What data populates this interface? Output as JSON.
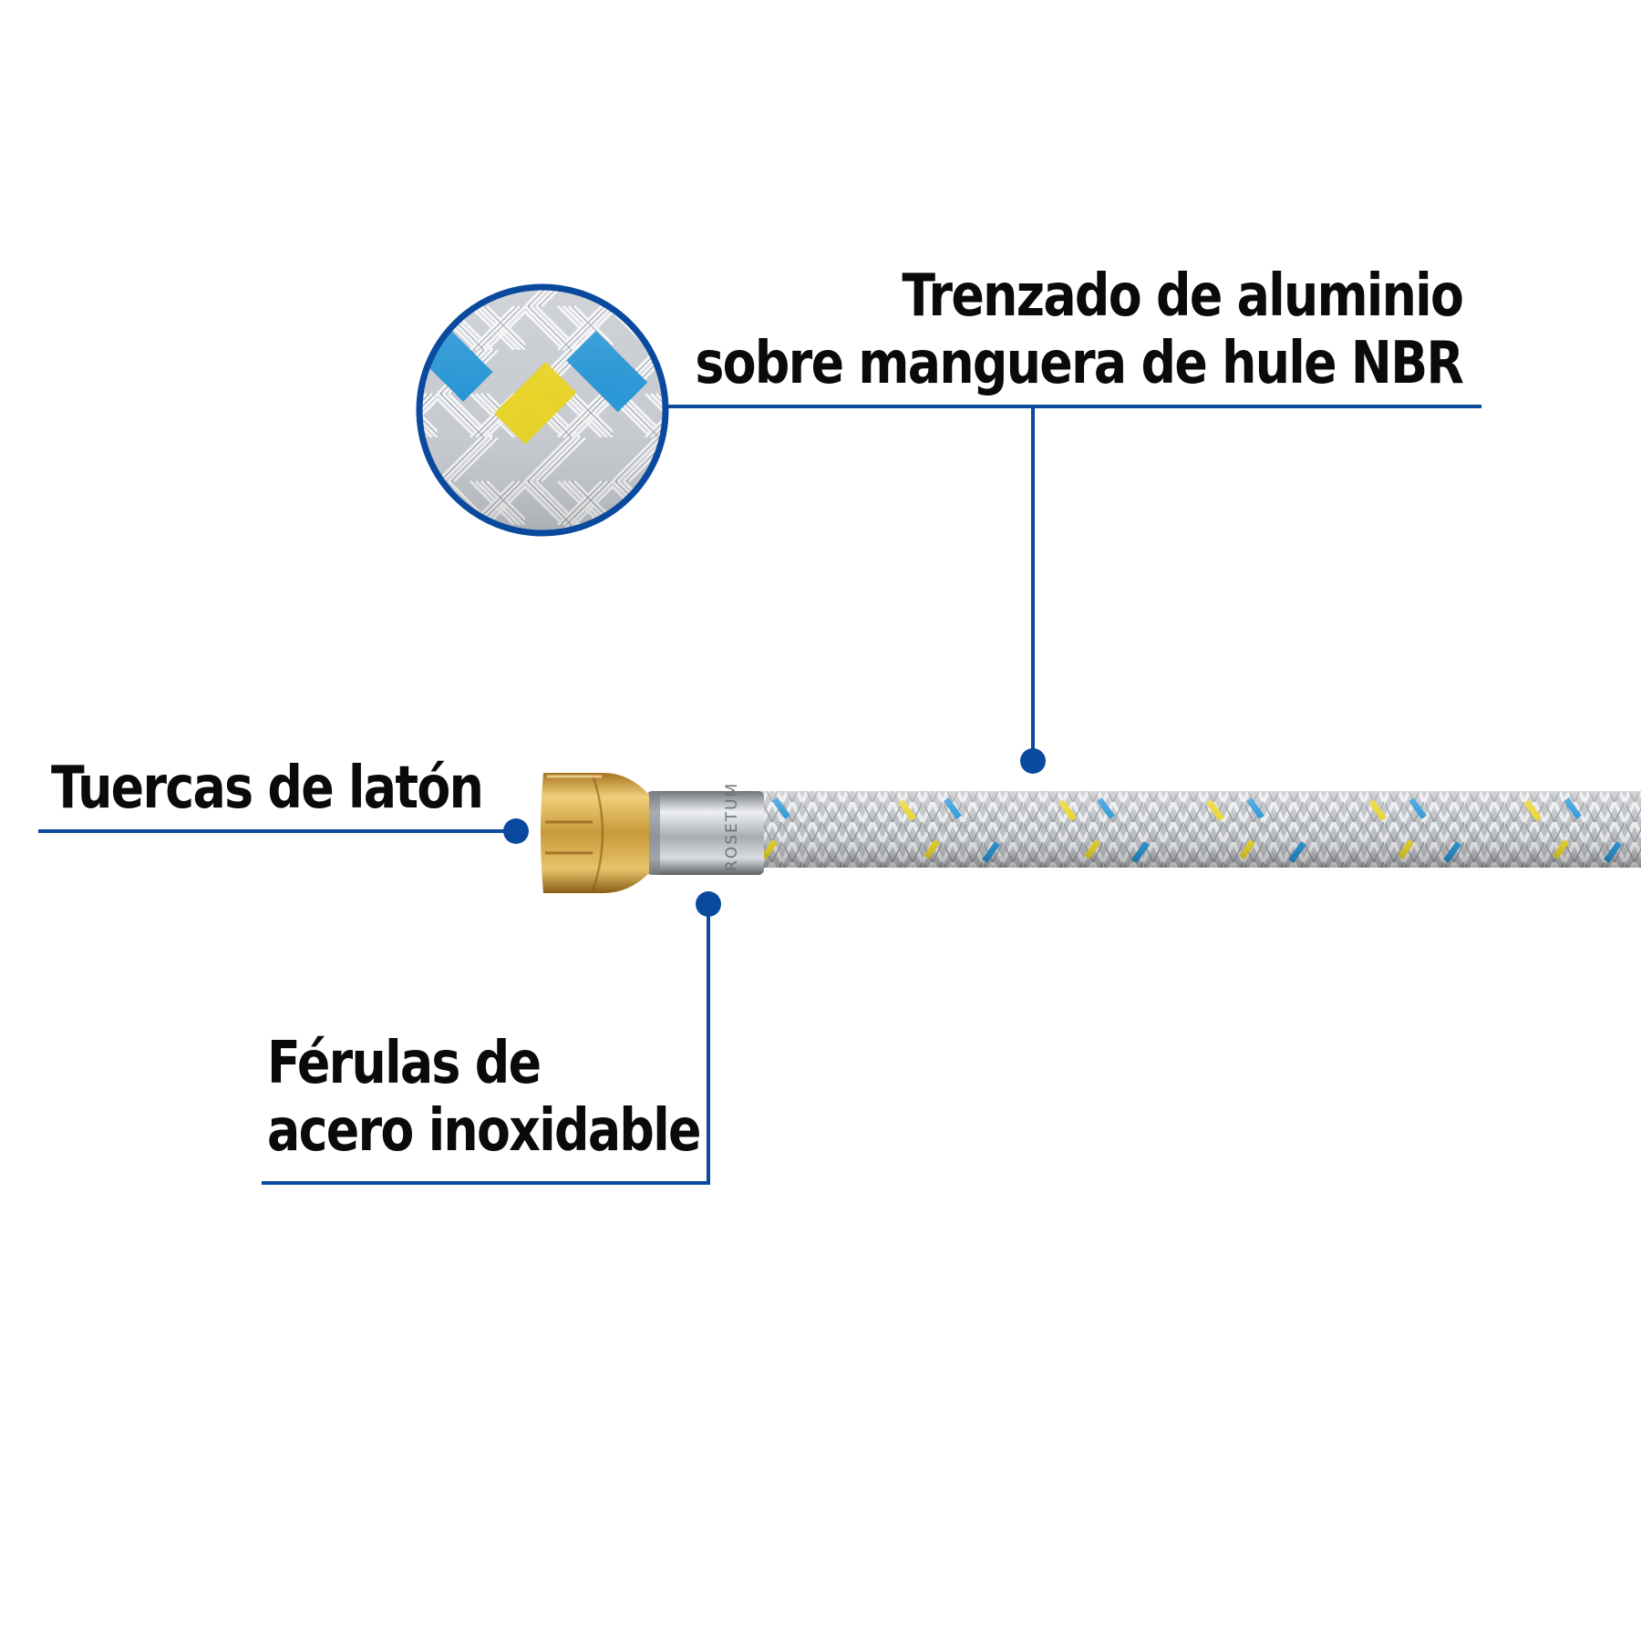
{
  "callouts": {
    "braid": {
      "line1": "Trenzado de aluminio",
      "line2": "sobre manguera de hule NBR"
    },
    "nuts": {
      "text": "Tuercas de latón"
    },
    "ferrules": {
      "line1": "Férulas de",
      "line2": "acero inoxidable"
    }
  },
  "fitting_marking": "ROSETUM",
  "colors": {
    "callout_line": "#0a4a9e",
    "braid_blue": "#1a8fd4",
    "braid_yellow": "#e8d21a",
    "brass": "#c89a3a"
  }
}
